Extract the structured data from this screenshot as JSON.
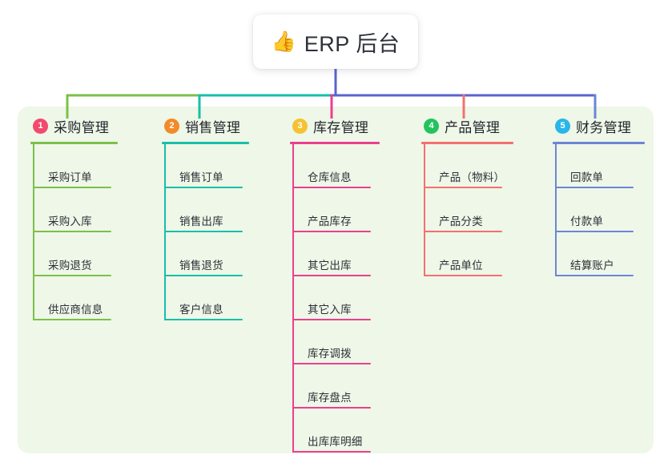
{
  "diagram": {
    "type": "mindmap-tree",
    "root": {
      "icon": "thumbs-up-icon",
      "emoji": "👍",
      "title": "ERP 后台"
    },
    "panel_background": "#eef7e8",
    "branches": [
      {
        "number": "1",
        "title": "采购管理",
        "badge_color": "#f2496d",
        "line_color": "#7cc04a",
        "connector_color": "#7cc04a",
        "items": [
          "采购订单",
          "采购入库",
          "采购退货",
          "供应商信息"
        ]
      },
      {
        "number": "2",
        "title": "销售管理",
        "badge_color": "#f28a2a",
        "line_color": "#18bfa8",
        "connector_color": "#18bfa8",
        "items": [
          "销售订单",
          "销售出库",
          "销售退货",
          "客户信息"
        ]
      },
      {
        "number": "3",
        "title": "库存管理",
        "badge_color": "#f5c233",
        "line_color": "#ec3f8e",
        "connector_color": "#ec3f8e",
        "items": [
          "仓库信息",
          "产品库存",
          "其它出库",
          "其它入库",
          "库存调拨",
          "库存盘点",
          "出库库明细"
        ]
      },
      {
        "number": "4",
        "title": "产品管理",
        "badge_color": "#22c35e",
        "line_color": "#f4706e",
        "connector_color": "#f4706e",
        "items": [
          "产品（物料）",
          "产品分类",
          "产品单位"
        ]
      },
      {
        "number": "5",
        "title": "财务管理",
        "badge_color": "#29b6e8",
        "line_color": "#6b86d6",
        "connector_color": "#6b86d6",
        "items": [
          "回款单",
          "付款单",
          "结算账户"
        ]
      }
    ],
    "trunk_color": "#5b63cf"
  }
}
